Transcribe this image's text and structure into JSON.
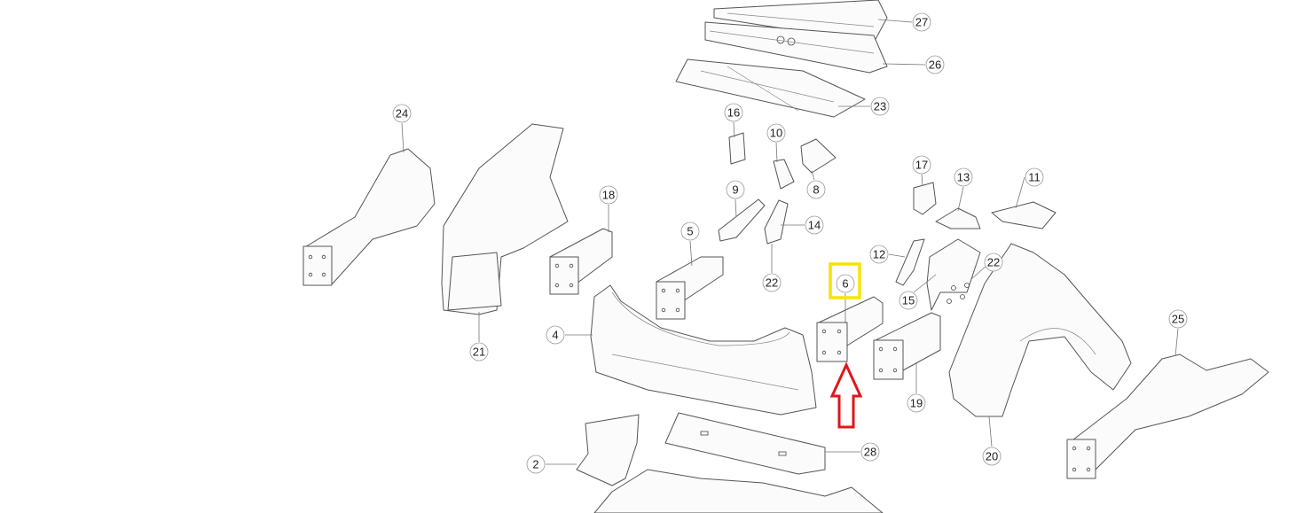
{
  "diagram": {
    "callouts": {
      "c27": "27",
      "c26": "26",
      "c23": "23",
      "c24": "24",
      "c16": "16",
      "c10": "10",
      "c8": "8",
      "c18": "18",
      "c9": "9",
      "c14": "14",
      "c5": "5",
      "c22a": "22",
      "c17": "17",
      "c13": "13",
      "c11": "11",
      "c12": "12",
      "c22b": "22",
      "c15": "15",
      "c6": "6",
      "c4": "4",
      "c21": "21",
      "c19": "19",
      "c20": "20",
      "c25": "25",
      "c2": "2",
      "c28": "28"
    },
    "highlight_color": "#f5e400",
    "arrow_color": "#e0161d"
  }
}
